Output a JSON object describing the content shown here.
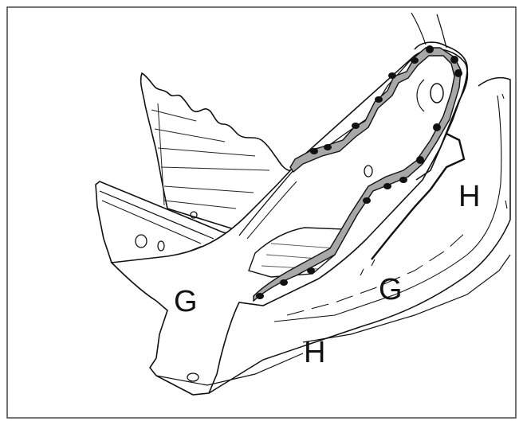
{
  "diagram": {
    "labels": {
      "g_left": "G",
      "g_right": "G",
      "h_top": "H",
      "h_bottom": "H"
    },
    "colors": {
      "stroke": "#111111",
      "background": "#ffffff",
      "seam_fill": "#9a9a9a",
      "weld_dot": "#111111"
    }
  }
}
